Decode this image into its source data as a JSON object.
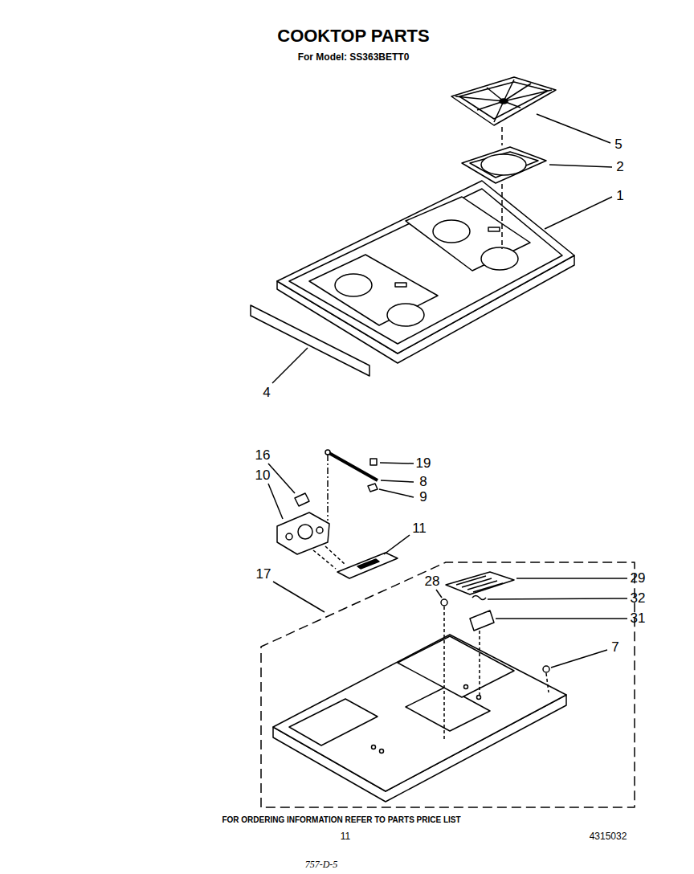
{
  "diagram": {
    "title": "COOKTOP PARTS",
    "labels": [
      "For Model: SS363BETT0",
      "5",
      "2",
      "1",
      "4",
      "16",
      "10",
      "19",
      "8",
      "9",
      "11",
      "17",
      "28",
      "29",
      "32",
      "31",
      "7",
      "FOR ORDERING INFORMATION REFER TO PARTS PRICE LIST",
      "11",
      "4315032",
      "757-D-5"
    ]
  }
}
